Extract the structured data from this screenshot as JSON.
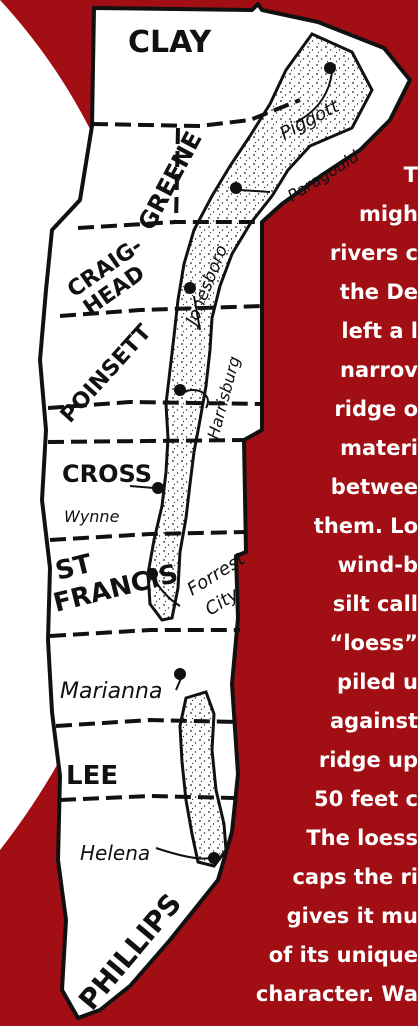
{
  "map": {
    "counties": {
      "clay": "CLAY",
      "greene": "GREENE",
      "craighead_1": "CRAIG-",
      "craighead_2": "HEAD",
      "poinsett": "POINSETT",
      "cross": "CROSS",
      "st_francis_1": "ST",
      "st_francis_2": "FRANCIS",
      "lee": "LEE",
      "phillips": "PHILLIPS"
    },
    "towns": {
      "piggott": "Piggott",
      "paragould": "Paragould",
      "jonesboro": "Jonesboro",
      "harrisburg": "Harrisburg",
      "wynne": "Wynne",
      "forrest_city_1": "Forrest",
      "forrest_city_2": "City",
      "marianna": "Marianna",
      "helena": "Helena"
    },
    "colors": {
      "background": "#a10e14",
      "land": "#ffffff",
      "outline": "#111111",
      "ridge_fill": "#f4f4f4"
    }
  },
  "caption": {
    "lines": [
      "T",
      "migh",
      "rivers c",
      "the De",
      "left a l",
      "narrov",
      "ridge o",
      "materi",
      "betwee",
      "them. Lo",
      "wind-b",
      "silt call",
      "“loess”",
      "piled u",
      "against",
      "ridge up",
      "50 feet c",
      "The loess",
      "caps the ri",
      "gives it mu",
      "of its unique",
      "character. Wa"
    ]
  }
}
